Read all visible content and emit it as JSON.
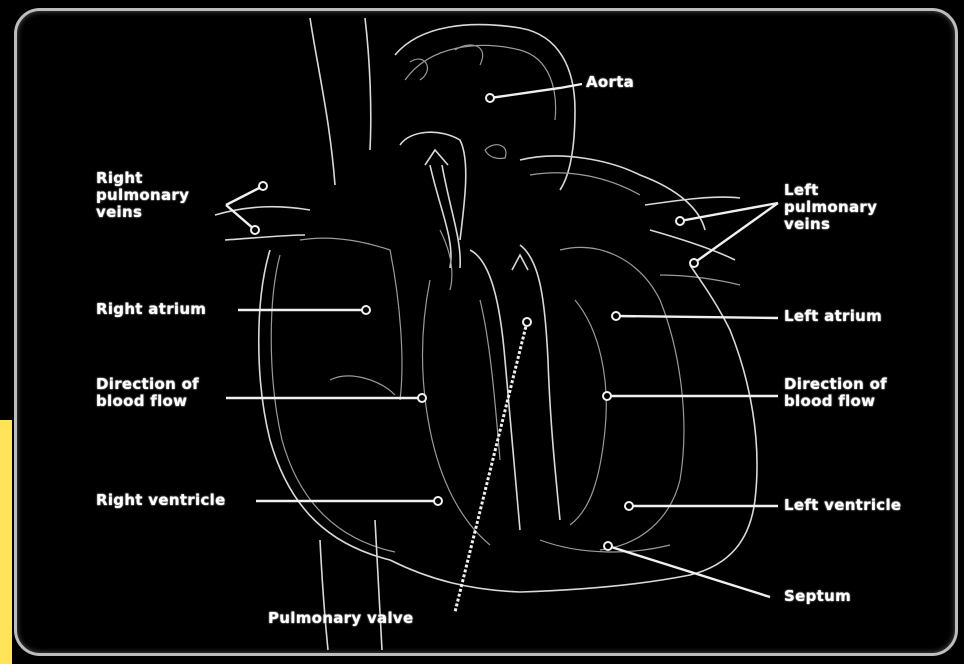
{
  "labels": {
    "aorta": "Aorta",
    "right_pulmonary_veins": "Right\npulmonary\nveins",
    "left_pulmonary_veins": "Left\npulmonary\nveins",
    "right_atrium": "Right atrium",
    "left_atrium": "Left atrium",
    "direction_left": "Direction of\nblood flow",
    "direction_right": "Direction of\nblood flow",
    "right_ventricle": "Right ventricle",
    "left_ventricle": "Left ventricle",
    "septum": "Septum",
    "pulmonary_valve": "Pulmonary valve"
  },
  "colors": {
    "background": "#000000",
    "outline": "#d9d9d9",
    "label_text": "#ffffff",
    "side_strip": "#ffe45a"
  }
}
